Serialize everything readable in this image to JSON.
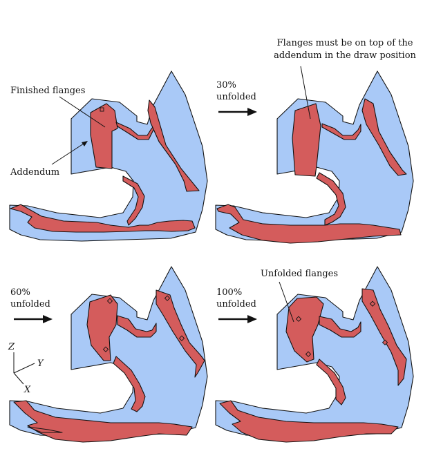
{
  "annotations": {
    "finished_flanges": "Finished flanges",
    "addendum": "Addendum",
    "flanges_note_line1": "Flanges must be on top of the",
    "flanges_note_line2": "addendum in the draw position",
    "unfolded_flanges": "Unfolded flanges"
  },
  "stages": [
    {
      "percent": "30%",
      "label": "unfolded"
    },
    {
      "percent": "60%",
      "label": "unfolded"
    },
    {
      "percent": "100%",
      "label": "unfolded"
    }
  ],
  "axes": {
    "z": "Z",
    "y": "Y",
    "x": "X"
  },
  "colors": {
    "blank": "#a9c9f7",
    "flange": "#d45c5c",
    "outline": "#111111"
  }
}
